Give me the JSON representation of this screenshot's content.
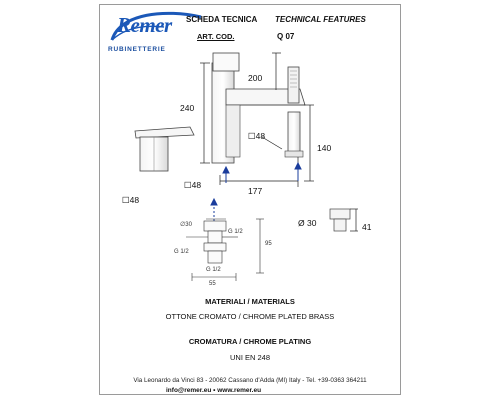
{
  "brand": {
    "name": "Remer",
    "subtitle": "RUBINETTERIE"
  },
  "header": {
    "title_it": "SCHEDA TECNICA",
    "title_en": "TECHNICAL FEATURES",
    "code_label": "ART. COD.",
    "code_value": "Q 07"
  },
  "dimensions": {
    "height_main": "240",
    "spout_height": "200",
    "square_1": "48",
    "base_height": "140",
    "width": "177",
    "square_2": "48",
    "square_3": "48",
    "diameter": "Ø 30",
    "side_41": "41"
  },
  "section_drawing": {
    "diam": "∅30",
    "thread1": "G 1/2",
    "thread2": "G 1/2",
    "thread3": "G 1/2",
    "height": "95",
    "width": "55"
  },
  "materials": {
    "heading": "MATERIALI / MATERIALS",
    "value": "OTTONE CROMATO / CHROME PLATED BRASS",
    "plating_heading": "CROMATURA / CHROME PLATING",
    "standard": "UNI EN 248"
  },
  "footer": {
    "address": "Via Leonardo da Vinci 83 - 20062 Cassano d'Adda (MI) Italy - Tel. +39-0363 364211",
    "contacts": "info@remer.eu  •  www.remer.eu"
  },
  "colors": {
    "brand_blue": "#1b58b8",
    "arrow_blue": "#1a3c9c",
    "border": "#9a9a9a"
  }
}
